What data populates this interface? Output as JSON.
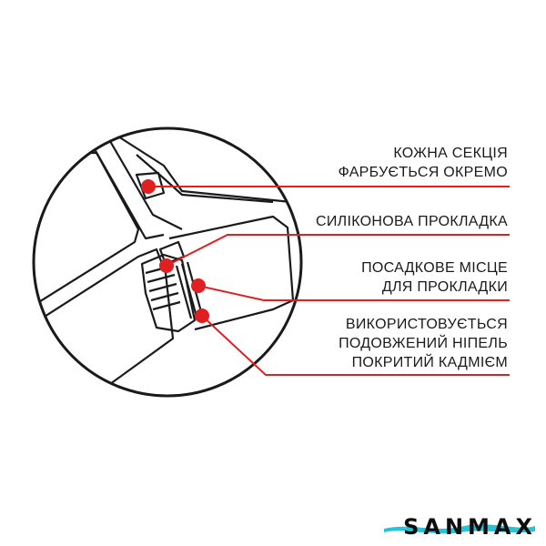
{
  "callouts": [
    {
      "lines": [
        "Кожна секція",
        "фарбується окремо"
      ]
    },
    {
      "lines": [
        "Силіконова прокладка"
      ]
    },
    {
      "lines": [
        "Посадкове місце",
        "для прокладки"
      ]
    },
    {
      "lines": [
        "Використовується",
        "подовжений ніпель",
        "покритий кадмієм"
      ]
    }
  ],
  "brand": {
    "name": "SANMAX"
  },
  "colors": {
    "line": "#1a1a1a",
    "accent": "#e02020",
    "brand_stroke": "#29c3d6"
  }
}
